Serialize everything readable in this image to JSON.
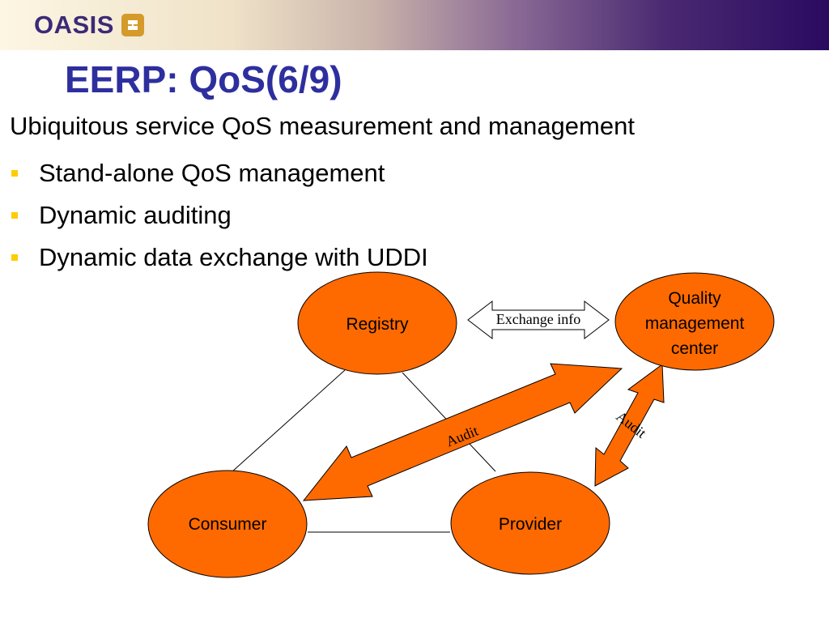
{
  "header": {
    "logo_text": "OASIS",
    "logo_icon": "oasis-logo-mark-icon",
    "bar_gradient": [
      "#fdf6e3",
      "#2a0a60"
    ]
  },
  "slide": {
    "title": "EERP: QoS(6/9)",
    "lead": "Ubiquitous service QoS measurement and management",
    "bullets": [
      "Stand-alone QoS management",
      "Dynamic auditing",
      "Dynamic data exchange with UDDI"
    ]
  },
  "diagram": {
    "nodes": {
      "registry": "Registry",
      "quality_center": [
        "Quality",
        "management",
        "center"
      ],
      "consumer": "Consumer",
      "provider": "Provider"
    },
    "arrows": {
      "exchange": "Exchange info",
      "audit_consumer": "Audit",
      "audit_provider": "Audit"
    },
    "colors": {
      "node_fill": "#ff6a00",
      "node_stroke": "#000000",
      "title": "#2e2f9e",
      "bullet": "#ffcc00"
    }
  }
}
